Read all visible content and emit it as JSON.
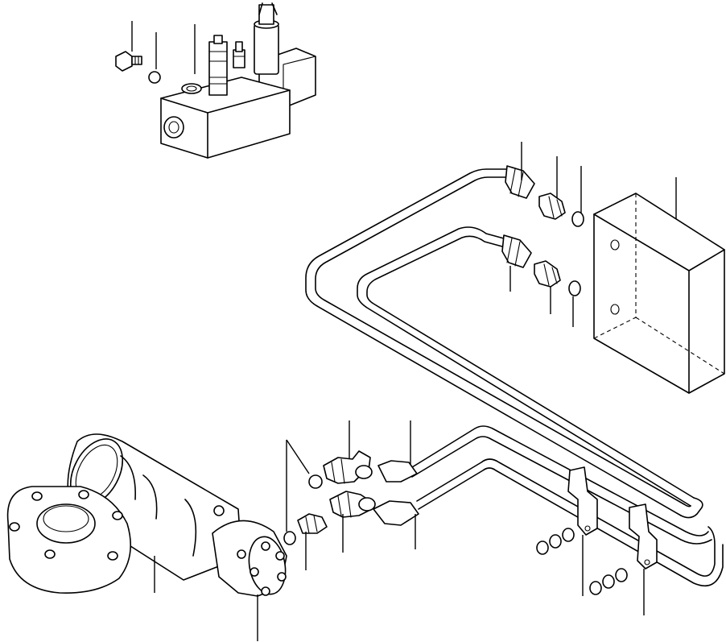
{
  "diagram": {
    "parts": [
      "valve-block",
      "solenoid-valve",
      "pressure-switch",
      "elbow-fitting",
      "straight-fitting",
      "o-ring",
      "hose-assembly",
      "tank-box",
      "hose-clamp",
      "steering-unit",
      "steering-column"
    ],
    "labels": []
  }
}
